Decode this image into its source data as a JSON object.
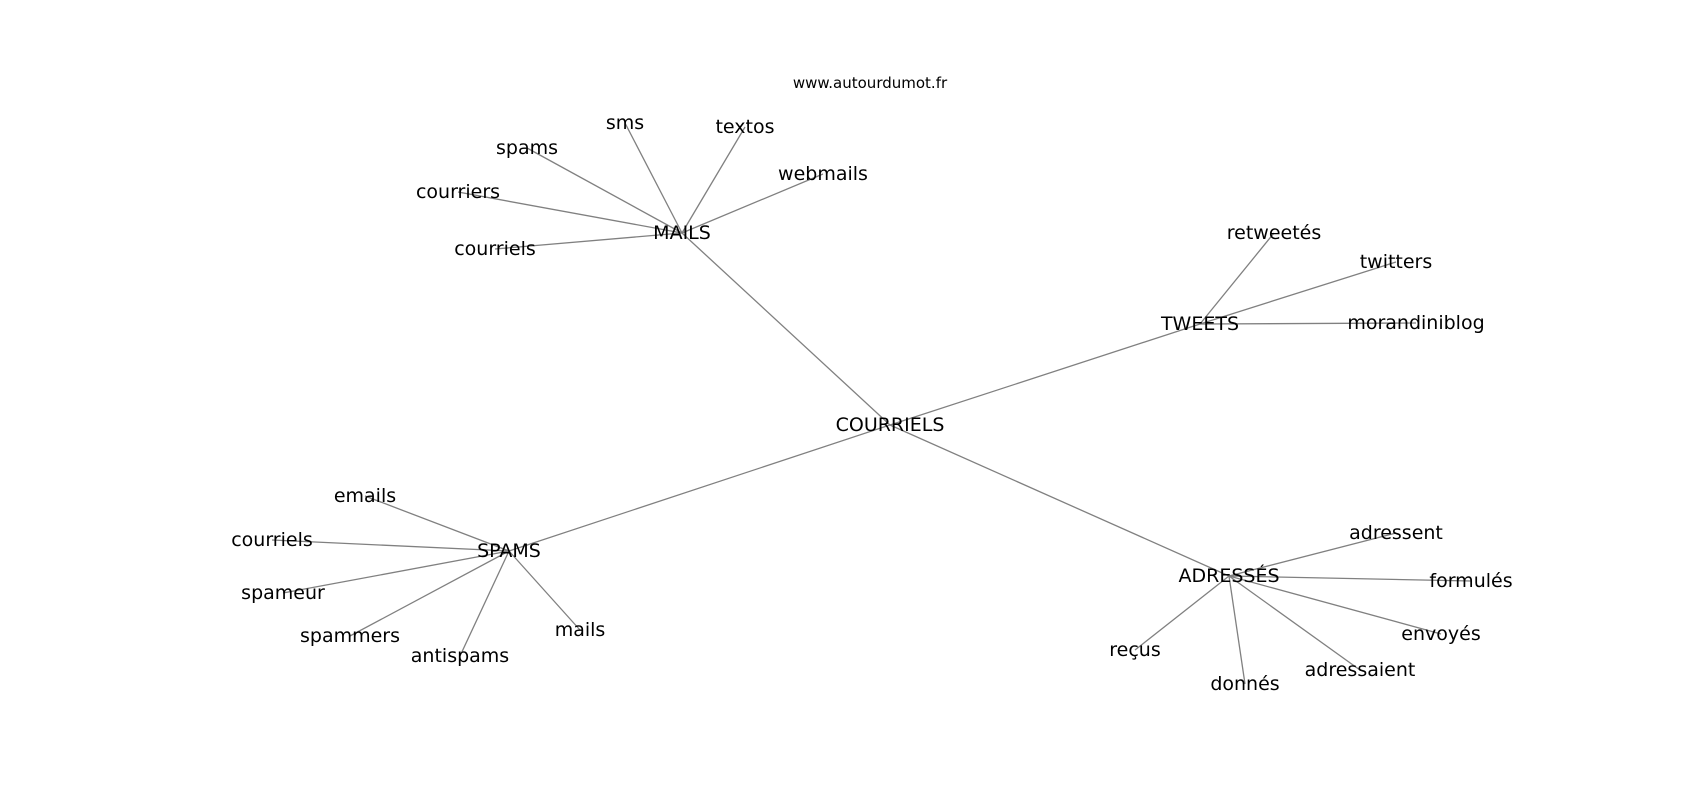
{
  "source": "www.autourdumot.fr",
  "colors": {
    "edge": "#808080",
    "text": "#000000",
    "background": "#ffffff"
  },
  "root": "COURRIELS",
  "branches": [
    {
      "hub": "MAILS",
      "leaves": [
        "sms",
        "textos",
        "spams",
        "webmails",
        "courriers",
        "courriels"
      ]
    },
    {
      "hub": "TWEETS",
      "leaves": [
        "retweetés",
        "twitters",
        "morandiniblog"
      ]
    },
    {
      "hub": "SPAMS",
      "leaves": [
        "emails",
        "courriels",
        "spameur",
        "spammers",
        "antispams",
        "mails"
      ]
    },
    {
      "hub": "ADRESSÉS",
      "leaves": [
        "adressent",
        "formulés",
        "envoyés",
        "reçus",
        "adressaient",
        "donnés"
      ]
    }
  ]
}
